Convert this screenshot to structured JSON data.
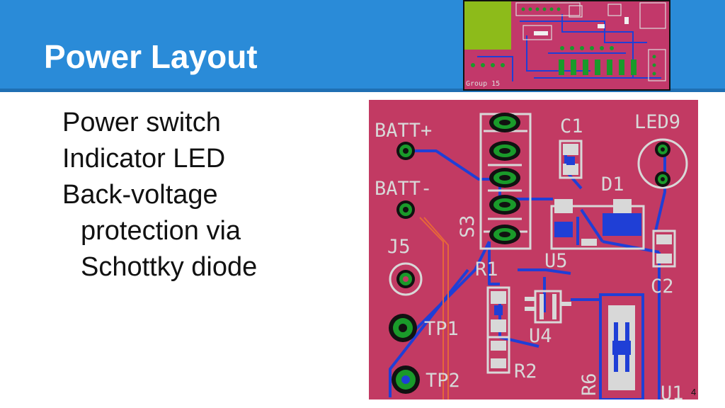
{
  "slide": {
    "title": "Power Layout",
    "bullets": [
      {
        "lines": [
          "Power switch"
        ]
      },
      {
        "lines": [
          "Indicator LED"
        ]
      },
      {
        "lines": [
          "Back-voltage",
          "protection via",
          "Schottky diode"
        ]
      }
    ],
    "page_number": "4"
  },
  "thumbnail": {
    "label_line1": "",
    "label_line2": "Group 15"
  },
  "pcb": {
    "labels": {
      "batt_plus": "BATT+",
      "batt_minus": "BATT-",
      "j5": "J5",
      "tp1": "TP1",
      "tp2": "TP2",
      "s3": "S3",
      "c1": "C1",
      "d1": "D1",
      "u5": "U5",
      "r1": "R1",
      "u4": "U4",
      "r2": "R2",
      "r6": "R6",
      "led9": "LED9",
      "c2": "C2",
      "u1": "U1"
    }
  },
  "colors": {
    "header": "#2a8bd8",
    "board": "#c23a63",
    "trace": "#1f3fd6",
    "pad": "#1a9a2a",
    "silk": "#d8d8d8"
  }
}
